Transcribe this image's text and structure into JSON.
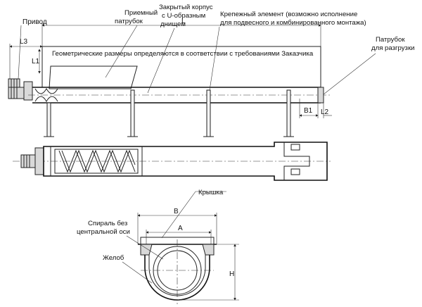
{
  "labels": {
    "privod": "Привод",
    "priemnyi_1": "Приемный",
    "priemnyi_2": "патрубок",
    "korpus_1": "Закрытый корпус",
    "korpus_2": "с U-образным",
    "korpus_3": "днищем",
    "krepezh_1": "Крепежный элемент (возможно исполнение",
    "krepezh_2": "для подвесного и комбинированного монтажа)",
    "razgruzka_1": "Патрубок",
    "razgruzka_2": "для разгрузки",
    "geometry_note": "Геометрические размеры определяются в соответствии с требованиями Заказчика",
    "kryshka": "Крышка",
    "spiral_1": "Спираль без",
    "spiral_2": "центральной оси",
    "zheloba": "Желоб"
  },
  "dimensions": {
    "L": "L",
    "L1": "L1",
    "L2": "L2",
    "L3": "L3",
    "B1": "B1",
    "A": "A",
    "B": "B",
    "H": "H"
  }
}
